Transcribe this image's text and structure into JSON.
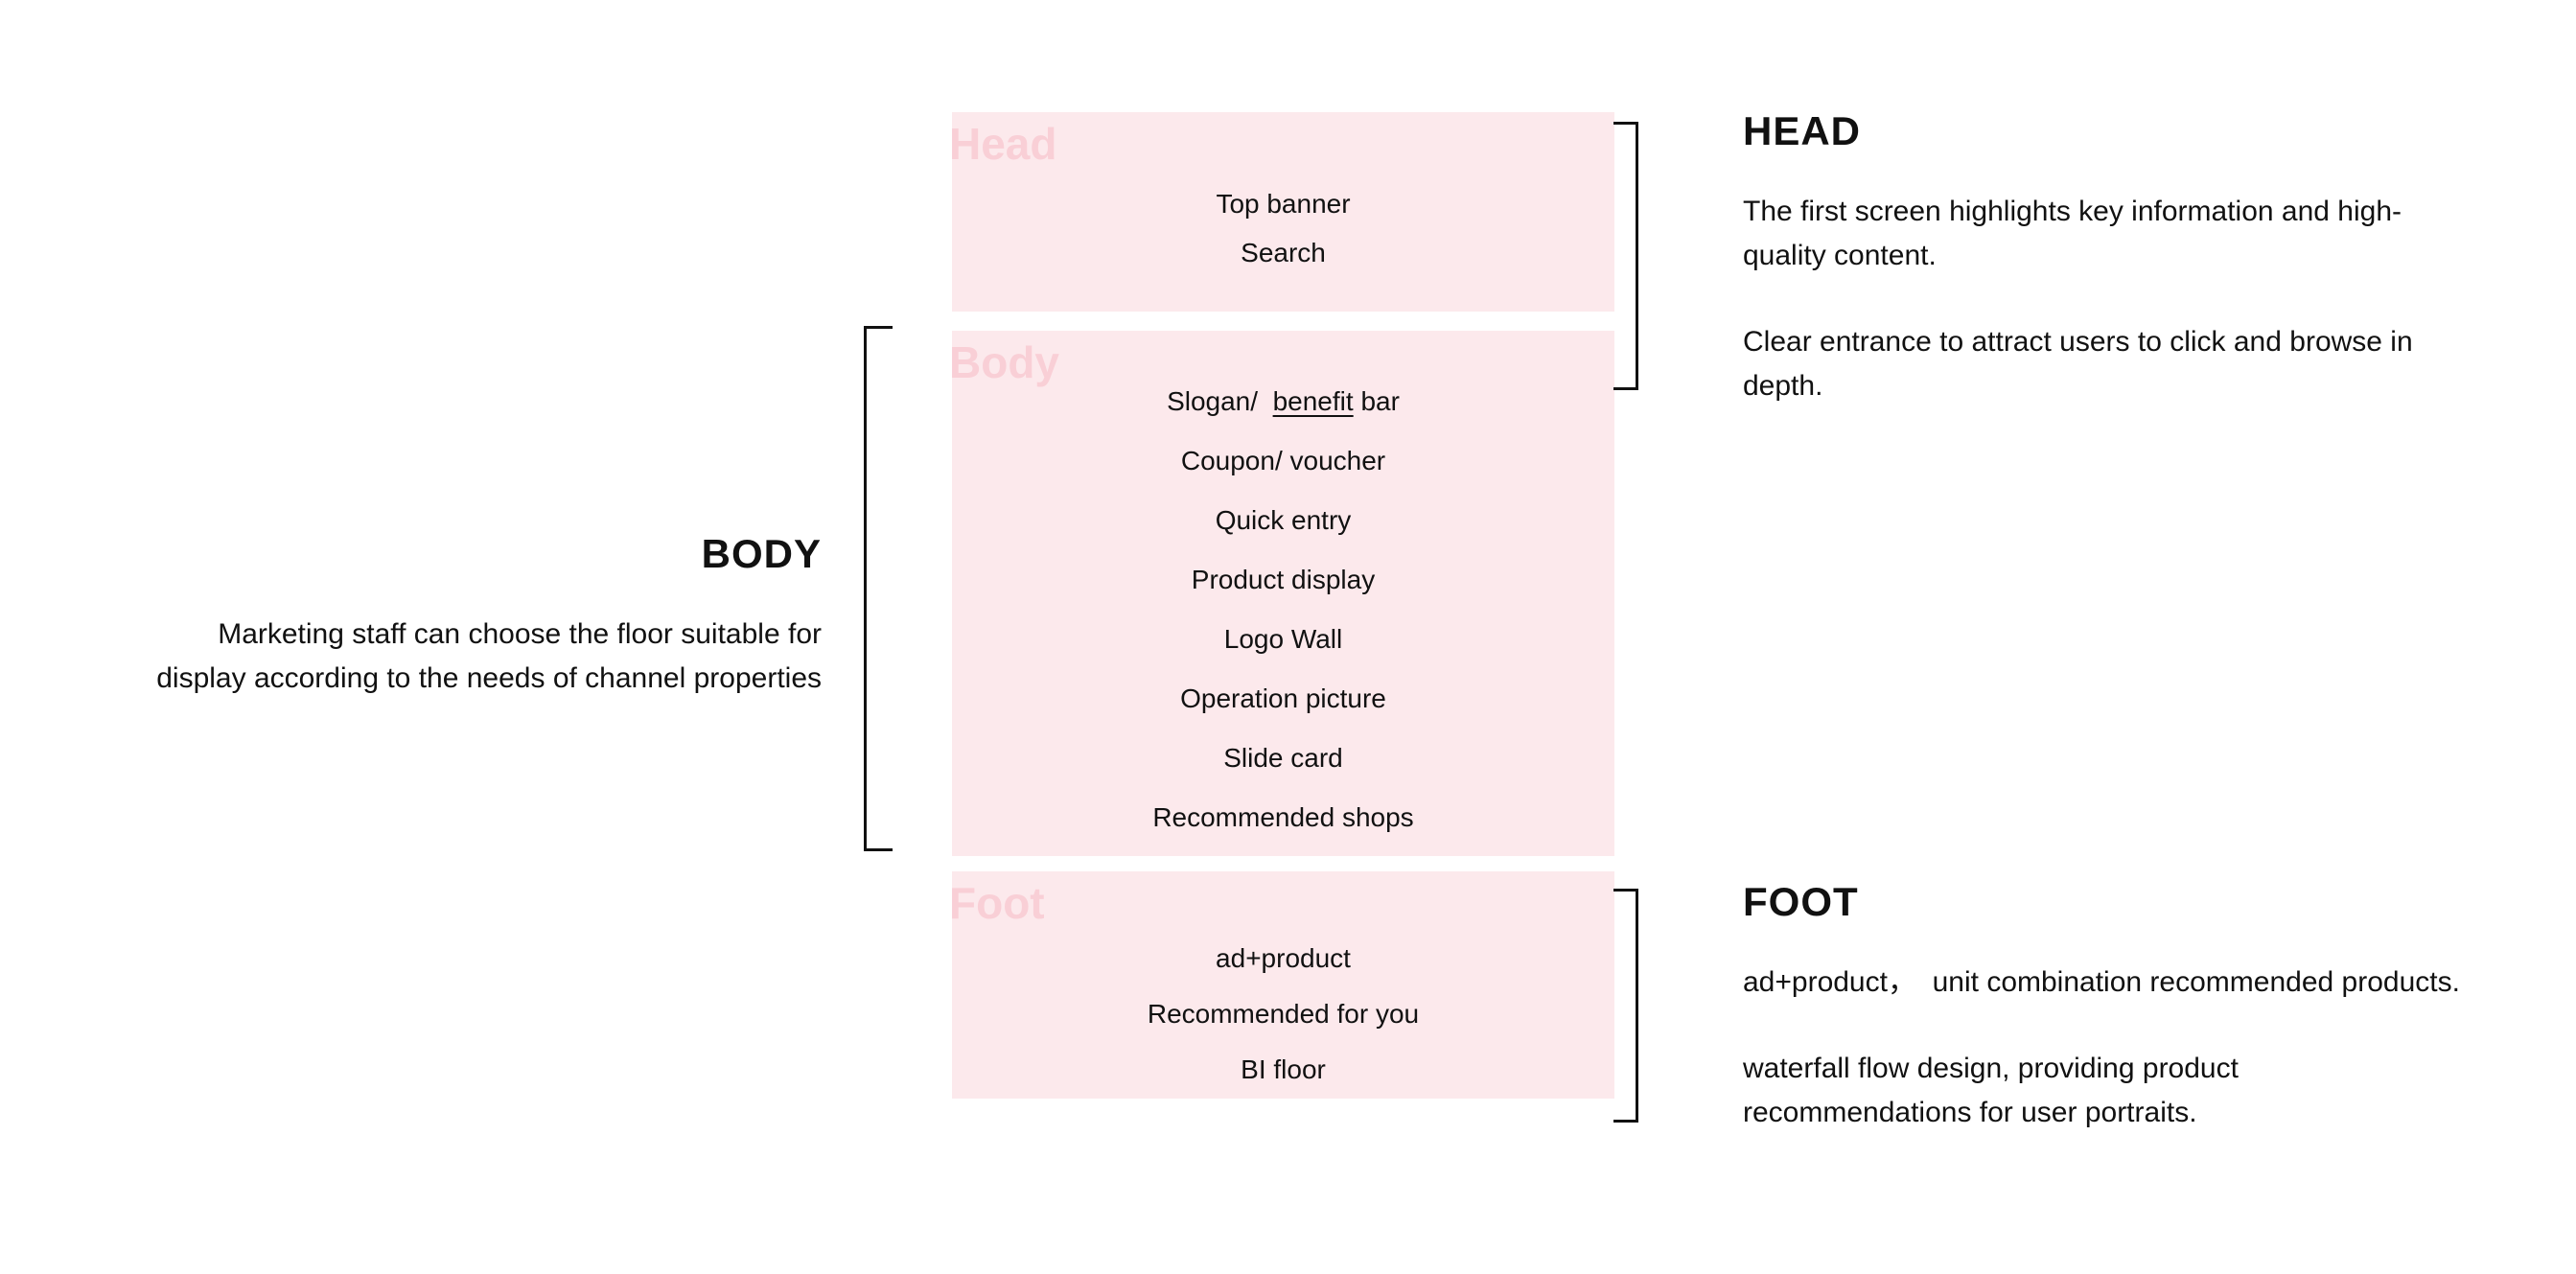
{
  "colors": {
    "box_background": "#fce9ec",
    "box_label": "#f9cfd6",
    "text": "#111111",
    "bracket_line": "#111111",
    "page_background": "#ffffff"
  },
  "boxes": {
    "head": {
      "label": "Head",
      "items": [
        "Top banner",
        "Search"
      ]
    },
    "body": {
      "label": "Body",
      "slogan": {
        "pre": "Slogan/  ",
        "underline": "benefit",
        "post": " bar"
      },
      "items": [
        "Coupon/ voucher",
        "Quick entry",
        "Product display",
        "Logo Wall",
        "Operation picture",
        "Slide card",
        "Recommended shops"
      ]
    },
    "foot": {
      "label": "Foot",
      "items": [
        "ad+product",
        "Recommended for you",
        "BI floor"
      ]
    }
  },
  "annotations": {
    "head": {
      "title": "HEAD",
      "p1": [
        "The first screen highlights key information and high-",
        "quality content."
      ],
      "p2": [
        "Clear entrance to attract users to click and browse in",
        "depth."
      ]
    },
    "body": {
      "title": "BODY",
      "p1": [
        "Marketing staff can choose the floor suitable for",
        "display according to the needs of channel properties"
      ]
    },
    "foot": {
      "title": "FOOT",
      "p1": [
        "ad+product，  unit combination recommended products."
      ],
      "p2": [
        "waterfall flow design, providing product",
        "recommendations for user portraits."
      ]
    }
  }
}
